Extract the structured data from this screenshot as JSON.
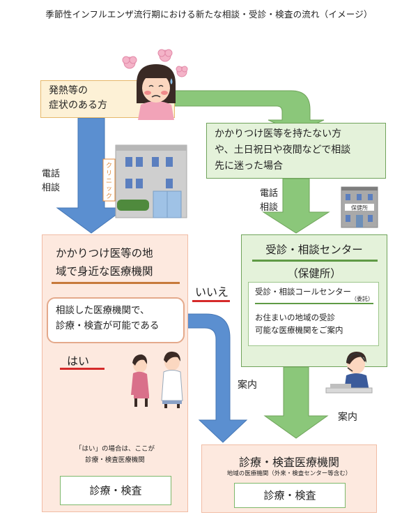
{
  "title": "季節性インフルエンザ流行期における新たな相談・受診・検査の流れ（イメージ）",
  "symptom": {
    "line1": "発熱等の",
    "line2": "症状のある方"
  },
  "no_doctor": {
    "line1": "かかりつけ医等を持たない方",
    "line2": "や、土日祝日や夜間などで相談",
    "line3": "先に迷った場合"
  },
  "phone_consult_left": {
    "line1": "電話",
    "line2": "相談"
  },
  "phone_consult_right": {
    "line1": "電話",
    "line2": "相談"
  },
  "family_doctor": {
    "title_line1": "かかりつけ医等の地",
    "title_line2": "域で身近な医療機関",
    "question_line1": "相談した医療機関で、",
    "question_line2": "診療・検査が可能である"
  },
  "yes_label": "はい",
  "no_label": "いいえ",
  "guide_label_mid": "案内",
  "guide_label_right": "案内",
  "consult_center": {
    "title": "受診・相談センター",
    "subtitle": "（保健所）",
    "call_center": "受診・相談コールセンター",
    "entrusted": "（委託）",
    "desc_line1": "お住まいの地域の受診",
    "desc_line2": "可能な医療機関をご案内"
  },
  "note": {
    "line1": "「はい」の場合は、ここが",
    "line2": "診療・検査医療機関"
  },
  "clinic": {
    "title": "診療・検査医療機関",
    "subtitle": "地域の医療機関（外来・検査センター等含む）",
    "result": "診療・検査"
  },
  "result_left": "診療・検査",
  "illustrations": {
    "clinic_sign": "クリニック",
    "health_center_sign": "保健所"
  },
  "colors": {
    "blue_arrow": "#5b8fd0",
    "green_arrow": "#8bc77a",
    "orange_fill": "#fdf1d6",
    "green_fill": "#e4f2da",
    "pink_fill": "#fde9df",
    "red_underline": "#d52a2a"
  }
}
